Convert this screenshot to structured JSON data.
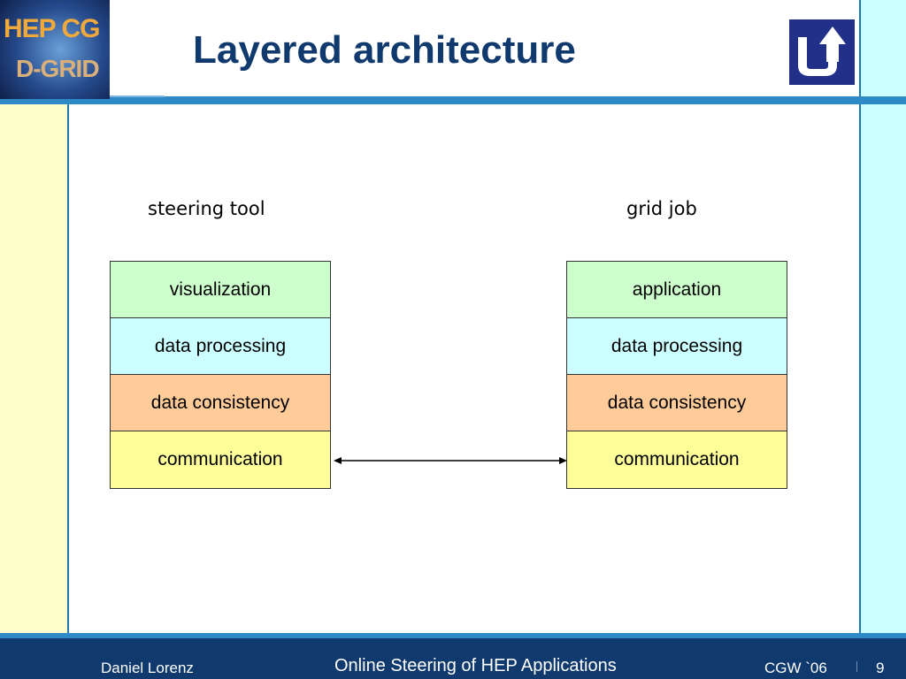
{
  "slide": {
    "title": "Layered architecture"
  },
  "logos": {
    "left_text_line1": "HEP CG",
    "left_text_line2": "D-GRID",
    "left_icon": "hep-cg-dgrid-logo",
    "right_icon": "university-logo"
  },
  "diagram": {
    "left_column": {
      "label": "steering tool",
      "layers": [
        "visualization",
        "data processing",
        "data consistency",
        "communication"
      ]
    },
    "right_column": {
      "label": "grid job",
      "layers": [
        "application",
        "data processing",
        "data consistency",
        "communication"
      ]
    },
    "layer_colors": [
      "#ccffcc",
      "#ccffff",
      "#ffcc99",
      "#ffff99"
    ],
    "connection": "bidirectional arrow between communication layers"
  },
  "footer": {
    "author": "Daniel Lorenz",
    "talk_title": "Online Steering of HEP Applications",
    "conference": "CGW `06",
    "page_number": "9"
  },
  "colors": {
    "title": "#103a6e",
    "footer_bg": "#103a6e",
    "accent_rule": "#2e8ac6",
    "left_band": "#ffffcc",
    "right_band": "#ccffff"
  }
}
